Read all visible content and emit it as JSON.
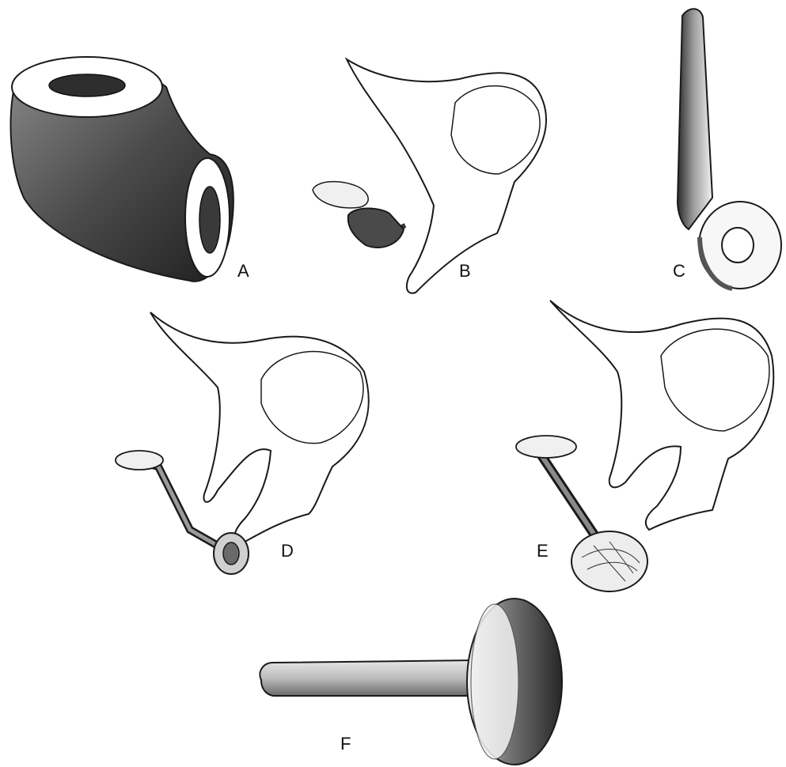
{
  "panels": {
    "a": {
      "label": "A"
    },
    "b": {
      "label": "B"
    },
    "c": {
      "label": "C"
    },
    "d": {
      "label": "D"
    },
    "e": {
      "label": "E"
    },
    "f": {
      "label": "F"
    }
  },
  "colors": {
    "ink": "#1a1a1a",
    "shade_dark": "#3a3a3a",
    "shade_mid": "#8a8a8a",
    "paper": "#ffffff"
  }
}
